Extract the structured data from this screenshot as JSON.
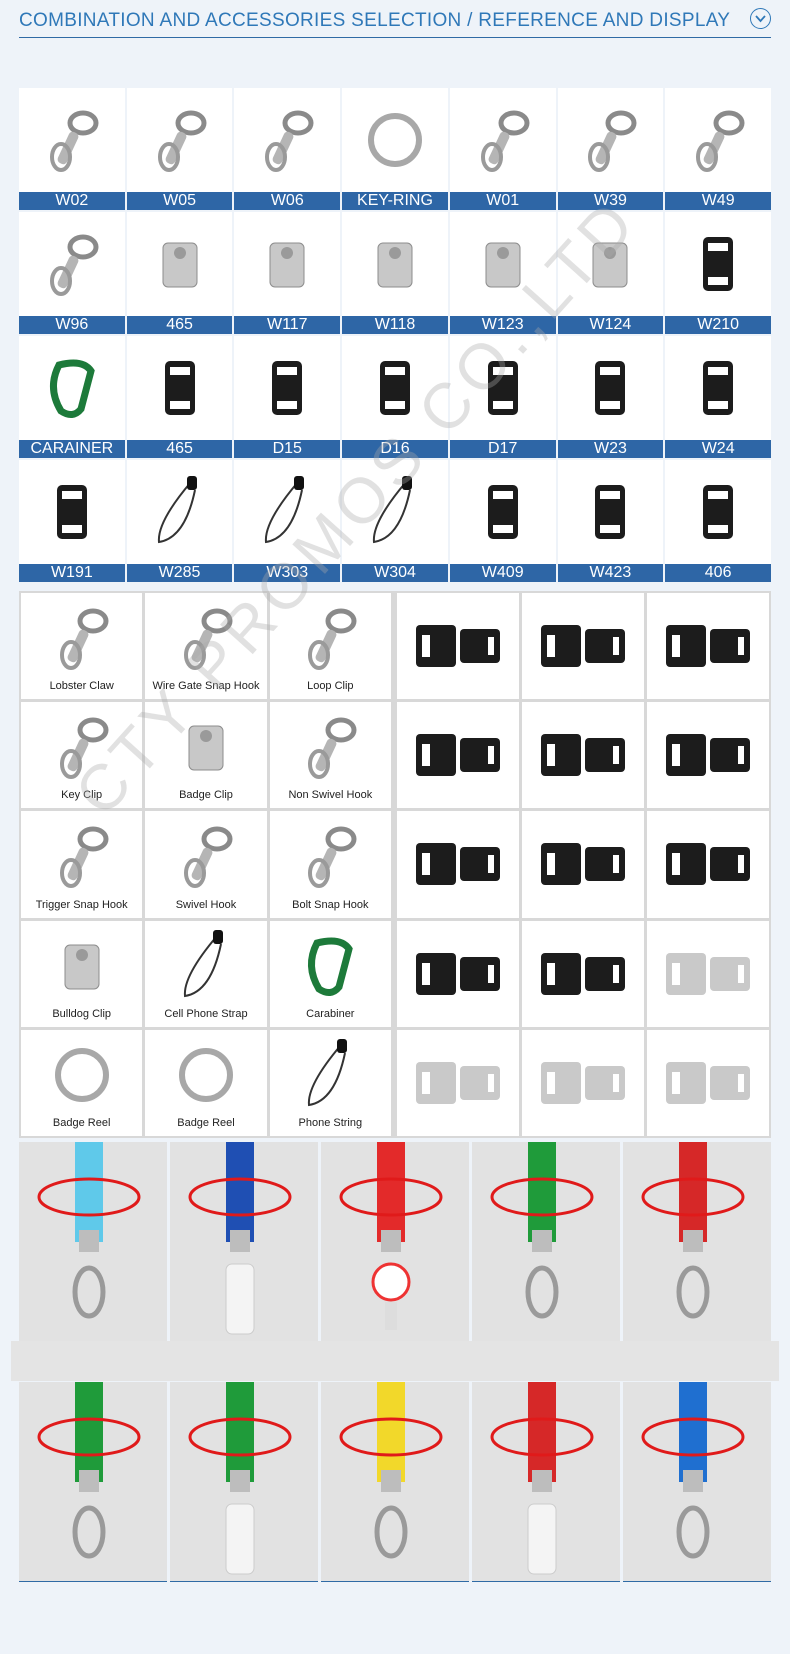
{
  "header": {
    "title": "COMBINATION AND ACCESSORIES SELECTION / REFERENCE AND DISPLAY"
  },
  "grid": [
    {
      "label": "W02",
      "icon": "hook-icon"
    },
    {
      "label": "W05",
      "icon": "hook-icon"
    },
    {
      "label": "W06",
      "icon": "hook-icon"
    },
    {
      "label": "KEY-RING",
      "icon": "ring-icon"
    },
    {
      "label": "W01",
      "icon": "hook-icon"
    },
    {
      "label": "W39",
      "icon": "hook-icon"
    },
    {
      "label": "W49",
      "icon": "hook-icon"
    },
    {
      "label": "W96",
      "icon": "hook-icon"
    },
    {
      "label": "465",
      "icon": "clip-icon"
    },
    {
      "label": "W117",
      "icon": "clip-icon"
    },
    {
      "label": "W118",
      "icon": "clip-icon"
    },
    {
      "label": "W123",
      "icon": "clip-icon"
    },
    {
      "label": "W124",
      "icon": "clip-icon"
    },
    {
      "label": "W210",
      "icon": "buckle-icon"
    },
    {
      "label": "CARAINER",
      "icon": "carabiner-icon"
    },
    {
      "label": "465",
      "icon": "buckle-icon"
    },
    {
      "label": "D15",
      "icon": "buckle-icon"
    },
    {
      "label": "D16",
      "icon": "buckle-icon"
    },
    {
      "label": "D17",
      "icon": "buckle-icon"
    },
    {
      "label": "W23",
      "icon": "buckle-icon"
    },
    {
      "label": "W24",
      "icon": "buckle-icon"
    },
    {
      "label": "W191",
      "icon": "buckle-icon"
    },
    {
      "label": "W285",
      "icon": "strap-icon"
    },
    {
      "label": "W303",
      "icon": "strap-icon"
    },
    {
      "label": "W304",
      "icon": "strap-icon"
    },
    {
      "label": "W409",
      "icon": "buckle-icon"
    },
    {
      "label": "W423",
      "icon": "buckle-icon"
    },
    {
      "label": "406",
      "icon": "buckle-icon"
    }
  ],
  "accessories": [
    {
      "label": "Lobster Claw"
    },
    {
      "label": "Wire Gate Snap Hook"
    },
    {
      "label": "Loop Clip"
    },
    {
      "label": "Key Clip"
    },
    {
      "label": "Badge Clip"
    },
    {
      "label": "Non Swivel Hook"
    },
    {
      "label": "Trigger Snap Hook"
    },
    {
      "label": "Swivel  Hook"
    },
    {
      "label": "Bolt Snap Hook"
    },
    {
      "label": "Bulldog Clip"
    },
    {
      "label": "Cell Phone Strap"
    },
    {
      "label": "Carabiner"
    },
    {
      "label": "Badge Reel"
    },
    {
      "label": "Badge Reel"
    },
    {
      "label": "Phone String"
    }
  ],
  "lanyards_row1": [
    {
      "color": "#5fc9ea",
      "fitting": "hook"
    },
    {
      "color": "#1f4fb3",
      "fitting": "card"
    },
    {
      "color": "#e32a2a",
      "fitting": "reel"
    },
    {
      "color": "#1f9b3a",
      "fitting": "hook"
    },
    {
      "color": "#d62828",
      "fitting": "hook"
    }
  ],
  "lanyards_row2": [
    {
      "color": "#1f9b3a",
      "fitting": "hook"
    },
    {
      "color": "#1f9b3a",
      "fitting": "card"
    },
    {
      "color": "#f2d82a",
      "fitting": "hook"
    },
    {
      "color": "#d62828",
      "fitting": "card"
    },
    {
      "color": "#1f6fd0",
      "fitting": "hook"
    }
  ],
  "colors": {
    "accent": "#2e66a6",
    "highlight": "#e01a1a"
  },
  "watermark": "CTY PROMOS CO.,LTD"
}
